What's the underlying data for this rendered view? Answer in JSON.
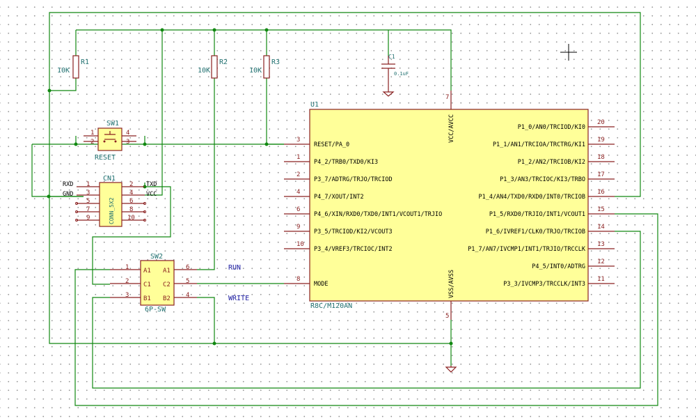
{
  "components": {
    "u1": {
      "ref": "U1",
      "value": "R8C/M120AN"
    },
    "r1": {
      "ref": "R1",
      "value": "10K"
    },
    "r2": {
      "ref": "R2",
      "value": "10K"
    },
    "r3": {
      "ref": "R3",
      "value": "10K"
    },
    "c1": {
      "ref": "C1",
      "value": "0.1uF"
    },
    "sw1": {
      "ref": "SW1",
      "value": "RESET"
    },
    "cn1": {
      "ref": "CN1",
      "value": "CONN_5X2"
    },
    "sw2": {
      "ref": "SW2",
      "value": "6P-SW"
    }
  },
  "u1_left_pins": [
    {
      "num": "3",
      "name": "RESET/PA_0"
    },
    {
      "num": "1",
      "name": "P4_2/TRB0/TXD0/KI3"
    },
    {
      "num": "2",
      "name": "P3_7/ADTRG/TRJO/TRCIOD"
    },
    {
      "num": "4",
      "name": "P4_7/XOUT/INT2"
    },
    {
      "num": "6",
      "name": "P4_6/XIN/RXD0/TXD0/INT1/VCOUT1/TRJIO"
    },
    {
      "num": "9",
      "name": "P3_5/TRCIOD/KI2/VCOUT3"
    },
    {
      "num": "10",
      "name": "P3_4/VREF3/TRCIOC/INT2"
    },
    {
      "num": "8",
      "name": "MODE"
    }
  ],
  "u1_right_pins": [
    {
      "num": "20",
      "name": "P1_0/AN0/TRCIOD/KI0"
    },
    {
      "num": "19",
      "name": "P1_1/AN1/TRCIOA/TRCTRG/KI1"
    },
    {
      "num": "18",
      "name": "P1_2/AN2/TRCIOB/KI2"
    },
    {
      "num": "17",
      "name": "P1_3/AN3/TRCIOC/KI3/TRBO"
    },
    {
      "num": "16",
      "name": "P1_4/AN4/TXD0/RXD0/INT0/TRCIOB"
    },
    {
      "num": "15",
      "name": "P1_5/RXD0/TRJIO/INT1/VCOUT1"
    },
    {
      "num": "14",
      "name": "P1_6/IVREF1/CLK0/TRJO/TRCIOB"
    },
    {
      "num": "13",
      "name": "P1_7/AN7/IVCMP1/INT1/TRJIO/TRCCLK"
    },
    {
      "num": "12",
      "name": "P4_5/INT0/ADTRG"
    },
    {
      "num": "11",
      "name": "P3_3/IVCMP3/TRCCLK/INT3"
    }
  ],
  "u1_power": {
    "vcc_num": "7",
    "vcc_name": "VCC/AVCC",
    "vss_num": "5",
    "vss_name": "VSS/AVSS"
  },
  "sw1_pins": [
    "1",
    "2",
    "3",
    "4"
  ],
  "cn1_left_pins": [
    "1",
    "3",
    "5",
    "7",
    "9"
  ],
  "cn1_right_pins": [
    "2",
    "4",
    "6",
    "8",
    "10"
  ],
  "sw2_left": [
    {
      "num": "1",
      "name": "A1"
    },
    {
      "num": "2",
      "name": "C1"
    },
    {
      "num": "3",
      "name": "B1"
    }
  ],
  "sw2_right": [
    {
      "num": "6",
      "name": "A1"
    },
    {
      "num": "5",
      "name": "C2"
    },
    {
      "num": "4",
      "name": "B2"
    }
  ],
  "net_labels": {
    "rxd": "RXD",
    "gnd": "GND",
    "txd": "TXD",
    "vcc": "VCC",
    "run": "RUN",
    "write": "WRITE"
  }
}
